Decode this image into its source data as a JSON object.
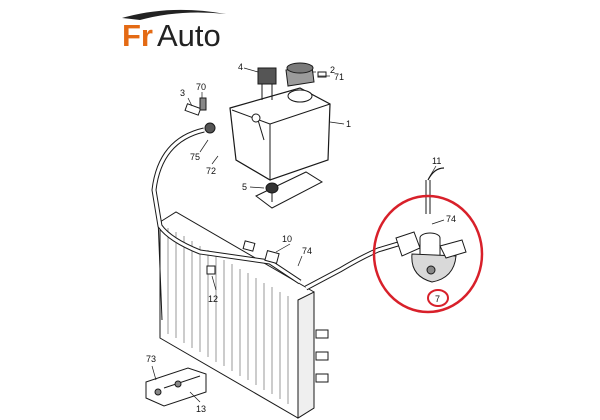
{
  "logo": {
    "text_a": "Fr",
    "text_b": "Auto",
    "color_a": "#e46a14",
    "color_b": "#222222"
  },
  "callouts": {
    "c1": "1",
    "c2": "2",
    "c3": "3",
    "c4": "4",
    "c5": "5",
    "c7": "7",
    "c10": "10",
    "c11": "11",
    "c12": "12",
    "c13": "13",
    "c70": "70",
    "c71": "71",
    "c72": "72",
    "c73": "73",
    "c74a": "74",
    "c74b": "74",
    "c75": "75"
  },
  "highlight": {
    "color": "#d8202a"
  },
  "colors": {
    "line": "#1a1a1a",
    "fill_grey": "#d9d9d9",
    "fill_dark": "#8a8a8a"
  }
}
